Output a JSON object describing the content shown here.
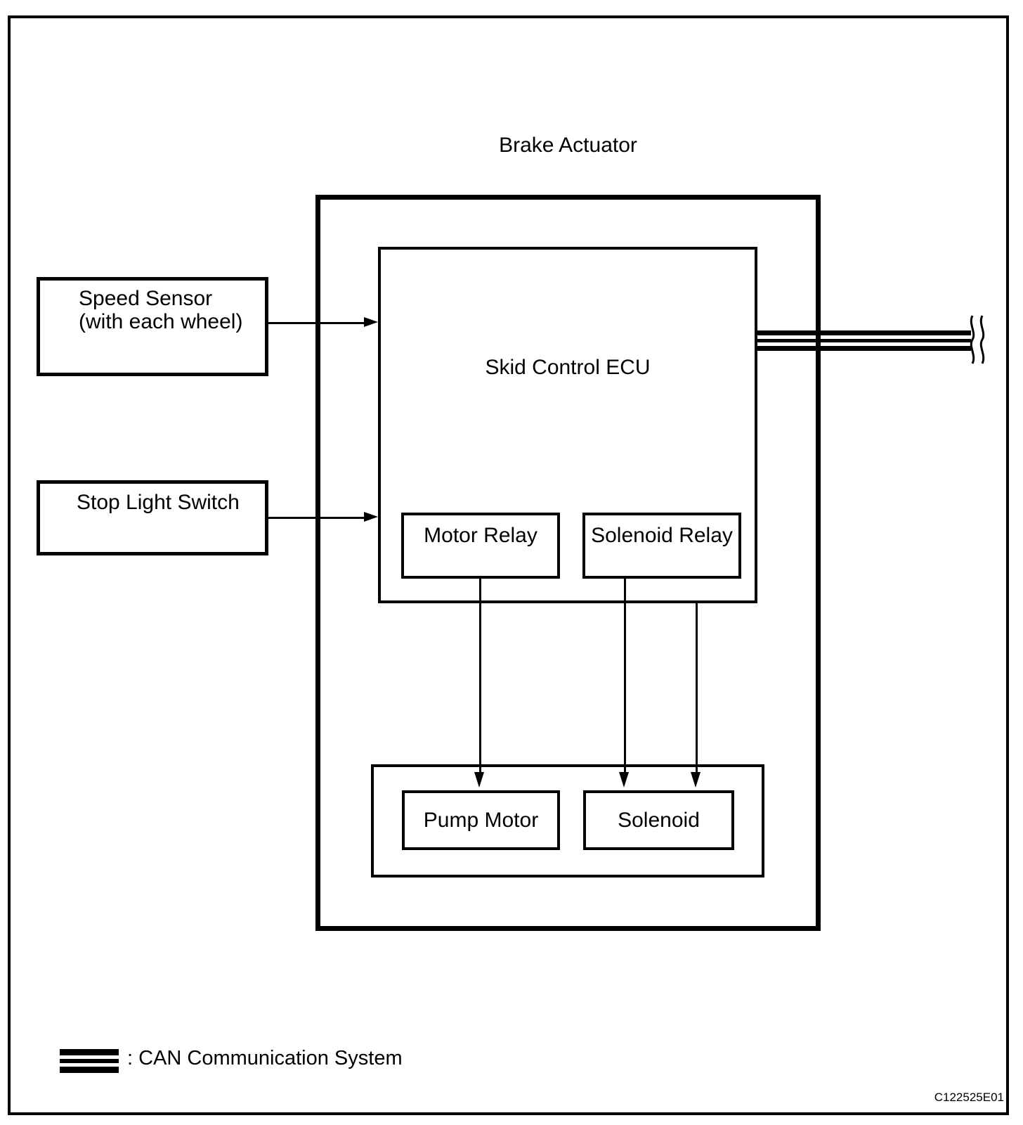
{
  "diagram": {
    "title": "Brake Actuator",
    "figure_code": "C122525E01",
    "nodes": {
      "speed_sensor": {
        "line1": "Speed Sensor",
        "line2": "(with each wheel)"
      },
      "stop_light_switch": {
        "label": "Stop Light Switch"
      },
      "skid_control_ecu": {
        "label": "Skid Control ECU"
      },
      "motor_relay": {
        "label": "Motor Relay"
      },
      "solenoid_relay": {
        "label": "Solenoid Relay"
      },
      "pump_motor": {
        "label": "Pump Motor"
      },
      "solenoid": {
        "label": "Solenoid"
      }
    },
    "connections": [
      {
        "from": "speed_sensor",
        "to": "skid_control_ecu",
        "type": "arrow"
      },
      {
        "from": "stop_light_switch",
        "to": "skid_control_ecu",
        "type": "arrow"
      },
      {
        "from": "motor_relay",
        "to": "pump_motor",
        "type": "arrow"
      },
      {
        "from": "solenoid_relay",
        "to": "solenoid",
        "type": "arrow"
      },
      {
        "from": "skid_control_ecu",
        "to": "solenoid",
        "type": "arrow"
      },
      {
        "from": "skid_control_ecu",
        "to": "external",
        "type": "can-triple-line"
      }
    ],
    "legend": {
      "label": ": CAN Communication System",
      "symbol": "can-triple-line"
    },
    "colors": {
      "ink": "#000000",
      "paper": "#ffffff"
    }
  }
}
